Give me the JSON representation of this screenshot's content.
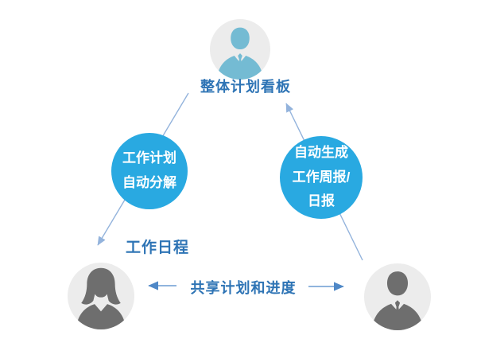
{
  "diagram": {
    "top_node": {
      "label": "整体计划看板",
      "avatar": "person-bust-male-blue"
    },
    "left_circle": {
      "lines": [
        "工作计划",
        "自动分解"
      ]
    },
    "right_circle": {
      "lines": [
        "自动生成",
        "工作周报/",
        "日报"
      ]
    },
    "left_label": "工作日程",
    "bottom_left_node": {
      "avatar": "person-bust-female-gray"
    },
    "bottom_right_node": {
      "avatar": "person-bust-male-gray"
    },
    "center_label": "共享计划和进度",
    "flows": [
      {
        "from": "整体计划看板",
        "through": "工作计划自动分解",
        "to": "工作日程",
        "arrow": "down-left"
      },
      {
        "from": "bottom-right-person",
        "through": "自动生成工作周报/日报",
        "to": "整体计划看板",
        "arrow": "up-left"
      },
      {
        "between": [
          "bottom-left-person",
          "bottom-right-person"
        ],
        "label": "共享计划和进度",
        "arrow": "both-directions"
      }
    ]
  },
  "colors": {
    "page_background": "#FFFFFF",
    "node_circle_fill": "#29A9E1",
    "node_circle_text": "#FFFFFF",
    "label_text": "#2E74B5",
    "connector_line": "#93B3DC",
    "share_arrow_line": "#6C9BD2",
    "share_arrow_head": "#4F88C7",
    "avatar_background": "#ECECEC",
    "avatar_top_silhouette": "#74BBD3",
    "avatar_gray_silhouette": "#6E6E6E"
  }
}
